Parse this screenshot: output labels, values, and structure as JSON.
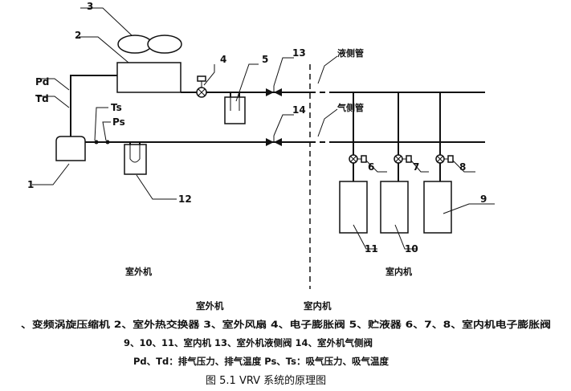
{
  "labels": {
    "n1": "1",
    "n2": "2",
    "n3": "3",
    "n4": "4",
    "n5": "5",
    "n6": "6",
    "n7": "7",
    "n8": "8",
    "n9": "9",
    "n10": "10",
    "n11": "11",
    "n12": "12",
    "n13": "13",
    "n14": "14",
    "pd": "Pd",
    "td": "Td",
    "ts": "Ts",
    "ps": "Ps"
  },
  "pipes": {
    "liquid": "液侧管",
    "gas": "气侧管"
  },
  "zones": {
    "outdoor": "室外机",
    "indoor": "室内机"
  },
  "legend": {
    "outdoor_header": "室外机",
    "indoor_header": "室内机",
    "line1": "、变频涡旋压缩机  2、室外热交换器  3、室外风扇  4、电子膨胀阀  5、贮液器  6、7、8、室内机电子膨胀阀",
    "line2": "9、10、11、室内机  13、室外机液侧阀  14、室外机气侧阀",
    "line3": "Pd、Td：排气压力、排气温度   Ps、Ts：吸气压力、吸气温度"
  },
  "figure_title": "图 5.1   VRV 系统的原理图"
}
